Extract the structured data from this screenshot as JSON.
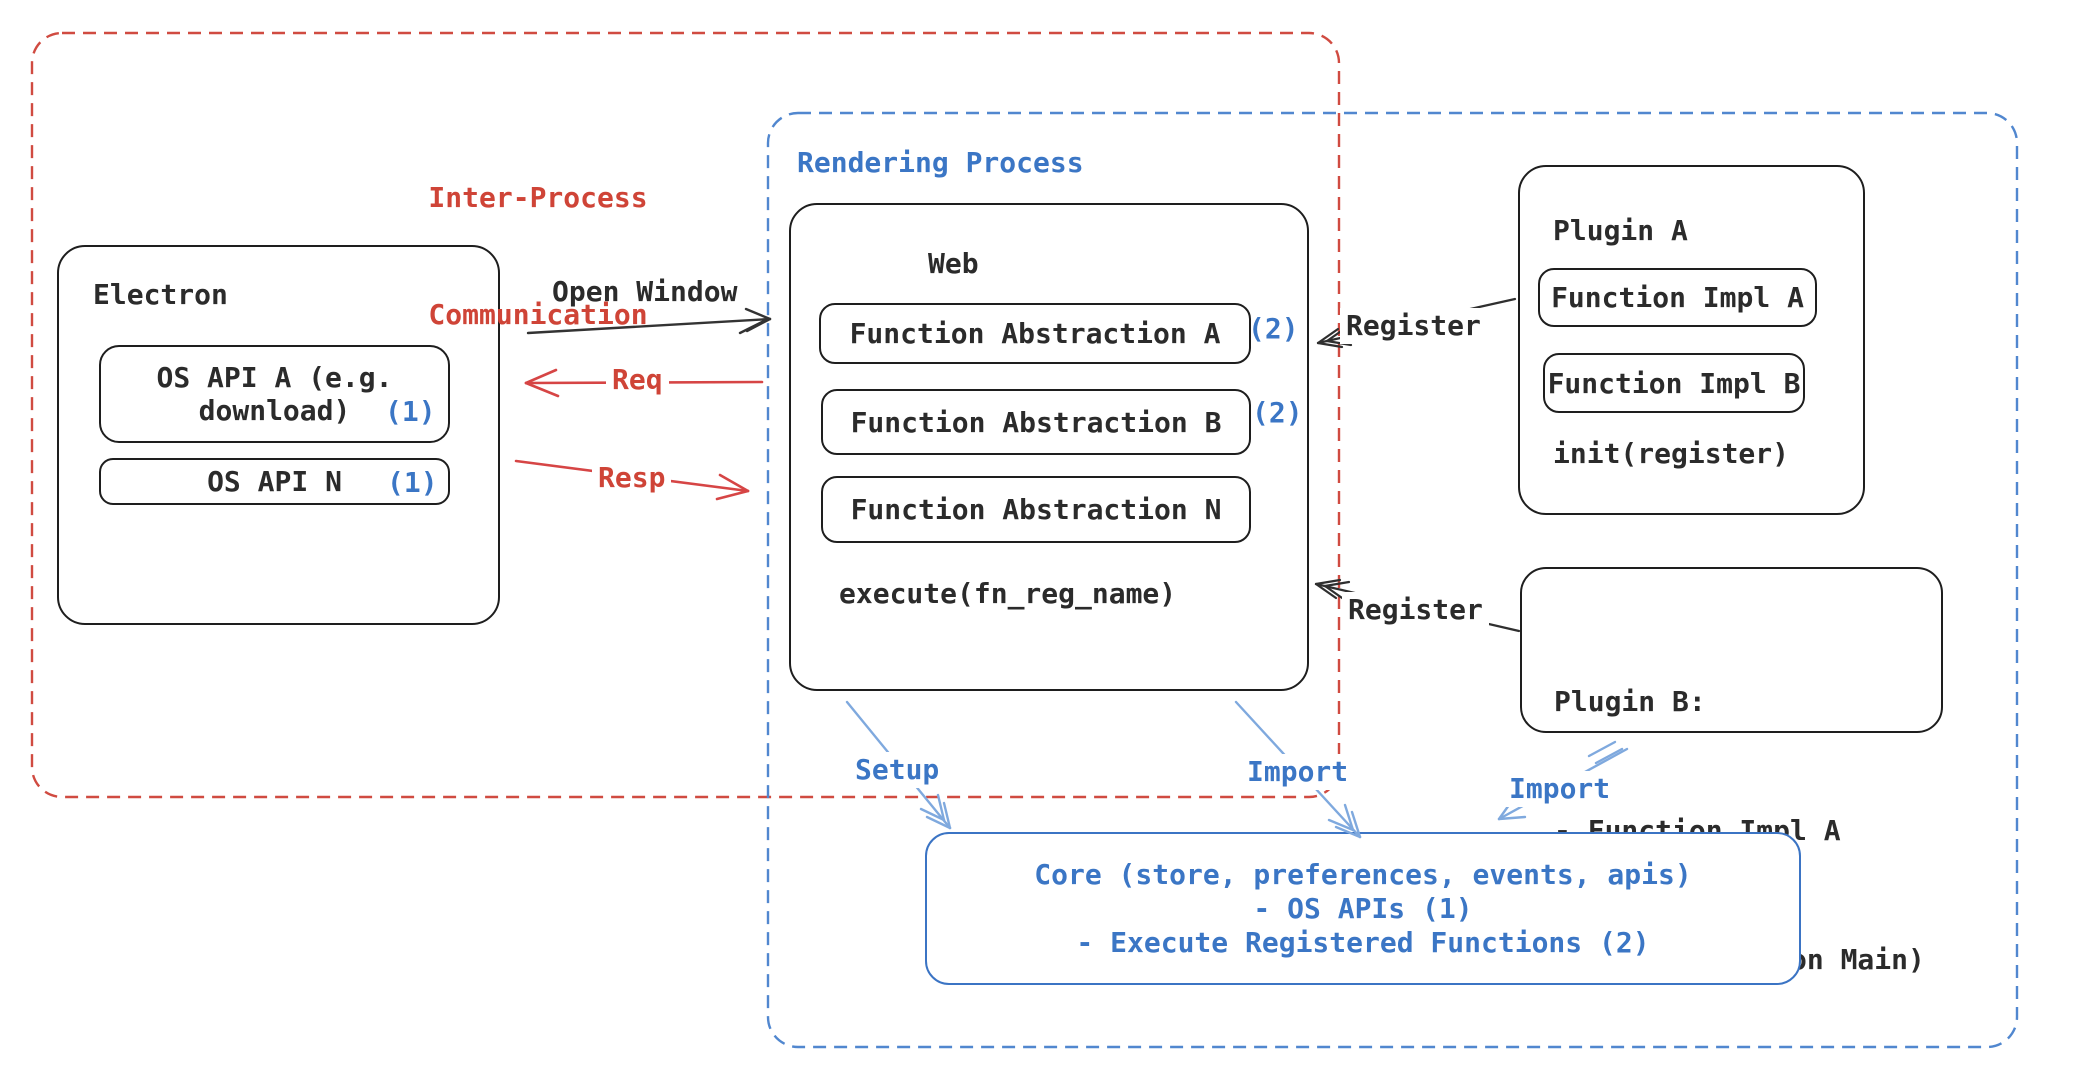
{
  "diagram": {
    "ipc": {
      "line1": "Inter-Process",
      "line2": "Communication"
    },
    "rendering": {
      "label": "Rendering Process"
    },
    "electron": {
      "title": "Electron",
      "os_api_a": {
        "line1": "OS API A (e.g.",
        "line2": "download)",
        "badge": "(1)"
      },
      "os_api_n": {
        "label": "OS API N",
        "badge": "(1)"
      }
    },
    "flows": {
      "open_window": "Open Window",
      "req": "Req",
      "resp": "Resp",
      "register_top": "Register",
      "register_bottom": "Register",
      "setup": "Setup",
      "import_web": "Import",
      "import_plugin": "Import"
    },
    "web": {
      "title": "Web",
      "fn_a": {
        "label": "Function Abstraction A",
        "badge": "(2)"
      },
      "fn_b": {
        "label": "Function Abstraction B",
        "badge": "(2)"
      },
      "fn_n": {
        "label": "Function Abstraction N"
      },
      "execute_label": "execute(fn_reg_name)"
    },
    "plugin_a": {
      "title": "Plugin A",
      "impl_a": "Function Impl A",
      "impl_b": "Function Impl B",
      "init_label": "init(register)"
    },
    "plugin_b": {
      "line1": "Plugin B:",
      "line2": "- Function Impl A",
      "line3": "- Module (run on Main)"
    },
    "core": {
      "line1": "Core (store, preferences, events, apis)",
      "line2": "- OS APIs (1)",
      "line3": "- Execute Registered Functions (2)"
    },
    "colors": {
      "red_accent": "#cf4437",
      "red_dash": "#d04b41",
      "blue_accent": "#3b76c5",
      "blue_dash": "#5187cf",
      "light_blue_arrow": "#7fa9de",
      "ink": "#1e1e1e"
    }
  }
}
